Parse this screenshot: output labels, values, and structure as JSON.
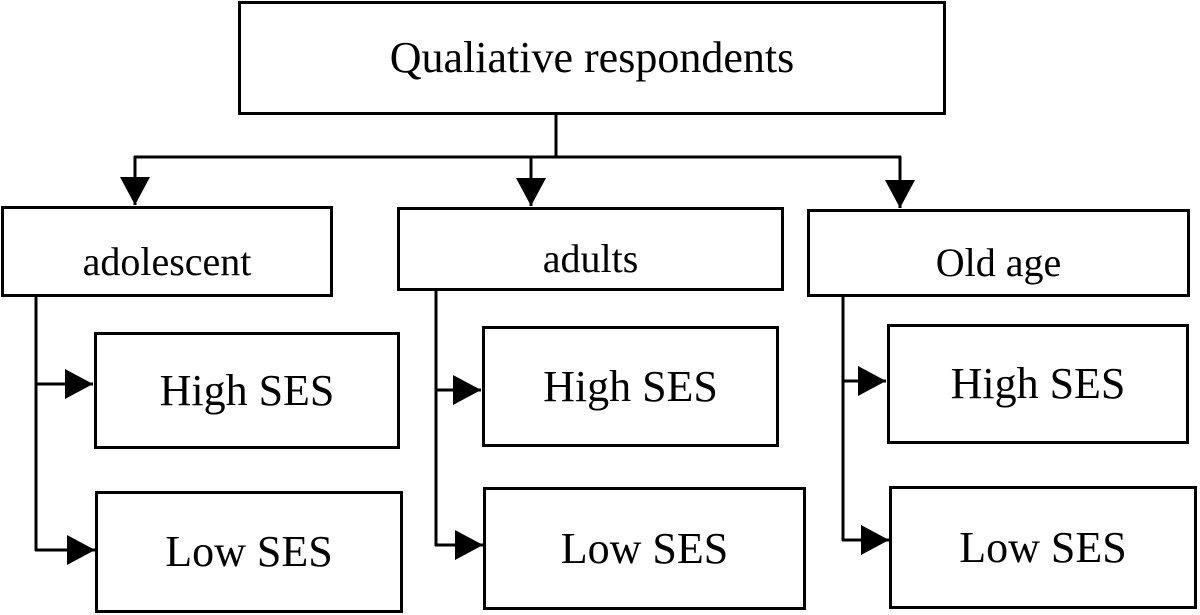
{
  "diagram": {
    "root": "Qualiative respondents",
    "groups": [
      {
        "label": "adolescent",
        "high": "High SES",
        "low": "Low SES"
      },
      {
        "label": "adults",
        "high": "High SES",
        "low": "Low SES"
      },
      {
        "label": "Old age",
        "high": "High SES",
        "low": "Low SES"
      }
    ]
  },
  "colors": {
    "stroke": "#000000",
    "background": "#ffffff"
  }
}
